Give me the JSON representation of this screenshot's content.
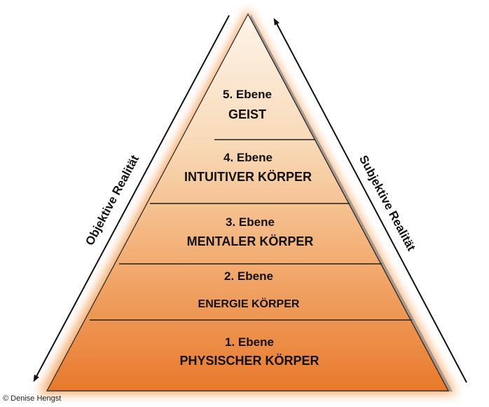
{
  "levels": [
    {
      "number_label": "5. Ebene",
      "name": "GEIST"
    },
    {
      "number_label": "4. Ebene",
      "name": "INTUITIVER KÖRPER"
    },
    {
      "number_label": "3. Ebene",
      "name": "MENTALER KÖRPER"
    },
    {
      "number_label": "2. Ebene",
      "name": "ENERGIE KÖRPER"
    },
    {
      "number_label": "1. Ebene",
      "name": "PHYSISCHER KÖRPER"
    }
  ],
  "left_arrow_label": "Objektive Realität",
  "right_arrow_label": "Subjektive Realität",
  "copyright": "© Denise Hengst",
  "colors": {
    "apex_fill": "#fdf2e7",
    "base_fill": "#e97c2f",
    "glow": "#f4a25a",
    "outline": "#222222",
    "shadow": "#8a8a8a"
  }
}
